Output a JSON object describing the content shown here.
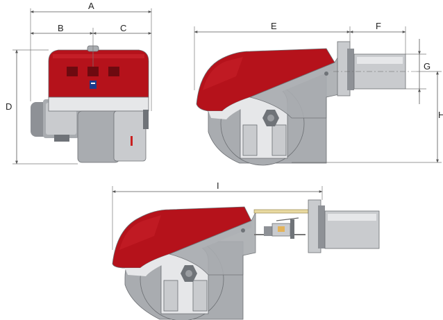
{
  "labels": {
    "a": "A",
    "b": "B",
    "c": "C",
    "d": "D",
    "e": "E",
    "f": "F",
    "g": "G",
    "h": "H",
    "i": "I"
  },
  "colors": {
    "housing_red": "#b5121b",
    "body_grey": "#a9acb0",
    "dimension_line": "#555555"
  }
}
